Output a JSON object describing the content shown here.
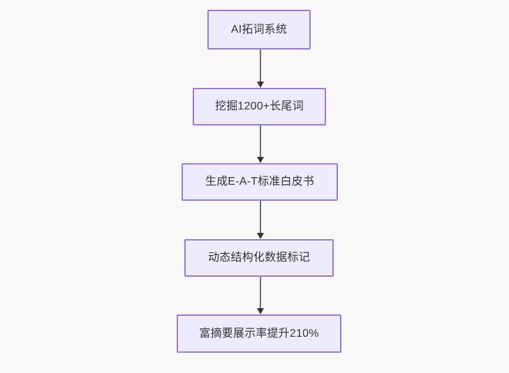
{
  "diagram": {
    "type": "flowchart",
    "orientation": "top-to-bottom",
    "background_color": "#f8f8f8",
    "node_fill_color": "#ececfd",
    "node_border_color": "#9a79d8",
    "node_text_color": "#333333",
    "connector_color": "#6b6b6b",
    "arrowhead_color": "#333333",
    "nodes": [
      {
        "id": "node-1",
        "label": "AI拓词系统"
      },
      {
        "id": "node-2",
        "label": "挖掘1200+长尾词"
      },
      {
        "id": "node-3",
        "label": "生成E-A-T标准白皮书"
      },
      {
        "id": "node-4",
        "label": "动态结构化数据标记"
      },
      {
        "id": "node-5",
        "label": "富摘要展示率提升210%"
      }
    ],
    "connectors": [
      {
        "id": "connector-1",
        "from": "node-1",
        "to": "node-2",
        "arrow": "arrowhead-down-icon"
      },
      {
        "id": "connector-2",
        "from": "node-2",
        "to": "node-3",
        "arrow": "arrowhead-down-icon"
      },
      {
        "id": "connector-3",
        "from": "node-3",
        "to": "node-4",
        "arrow": "arrowhead-down-icon"
      },
      {
        "id": "connector-4",
        "from": "node-4",
        "to": "node-5",
        "arrow": "arrowhead-down-icon"
      }
    ]
  }
}
